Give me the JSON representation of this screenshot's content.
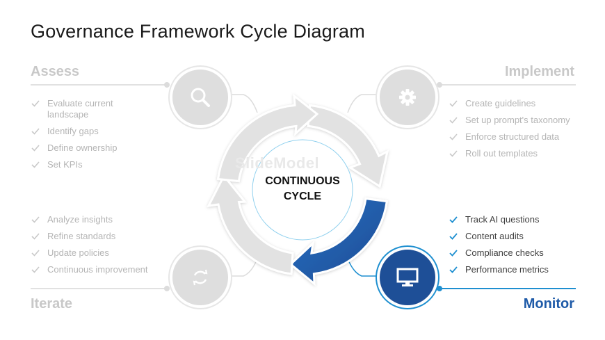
{
  "title": "Governance Framework Cycle Diagram",
  "center": {
    "line1": "CONTINUOUS",
    "line2": "CYCLE"
  },
  "watermark": "SlideModel",
  "sections": {
    "assess": {
      "heading": "Assess",
      "icon": "search-icon",
      "items": [
        "Evaluate current landscape",
        "Identify gaps",
        "Define ownership",
        "Set KPIs"
      ]
    },
    "implement": {
      "heading": "Implement",
      "icon": "gear-icon",
      "items": [
        "Create guidelines",
        "Set up prompt's taxonomy",
        "Enforce structured data",
        "Roll out templates"
      ]
    },
    "iterate": {
      "heading": "Iterate",
      "icon": "refresh-icon",
      "items": [
        "Analyze insights",
        "Refine standards",
        "Update policies",
        "Continuous improvement"
      ]
    },
    "monitor": {
      "heading": "Monitor",
      "icon": "monitor-icon",
      "items": [
        "Track AI questions",
        "Content audits",
        "Compliance checks",
        "Performance metrics"
      ]
    }
  },
  "colors": {
    "active": "#1e5aa8",
    "active_line": "#1e8fd0",
    "inactive": "#d9d9d9",
    "inactive_text": "#b5b5b5"
  }
}
